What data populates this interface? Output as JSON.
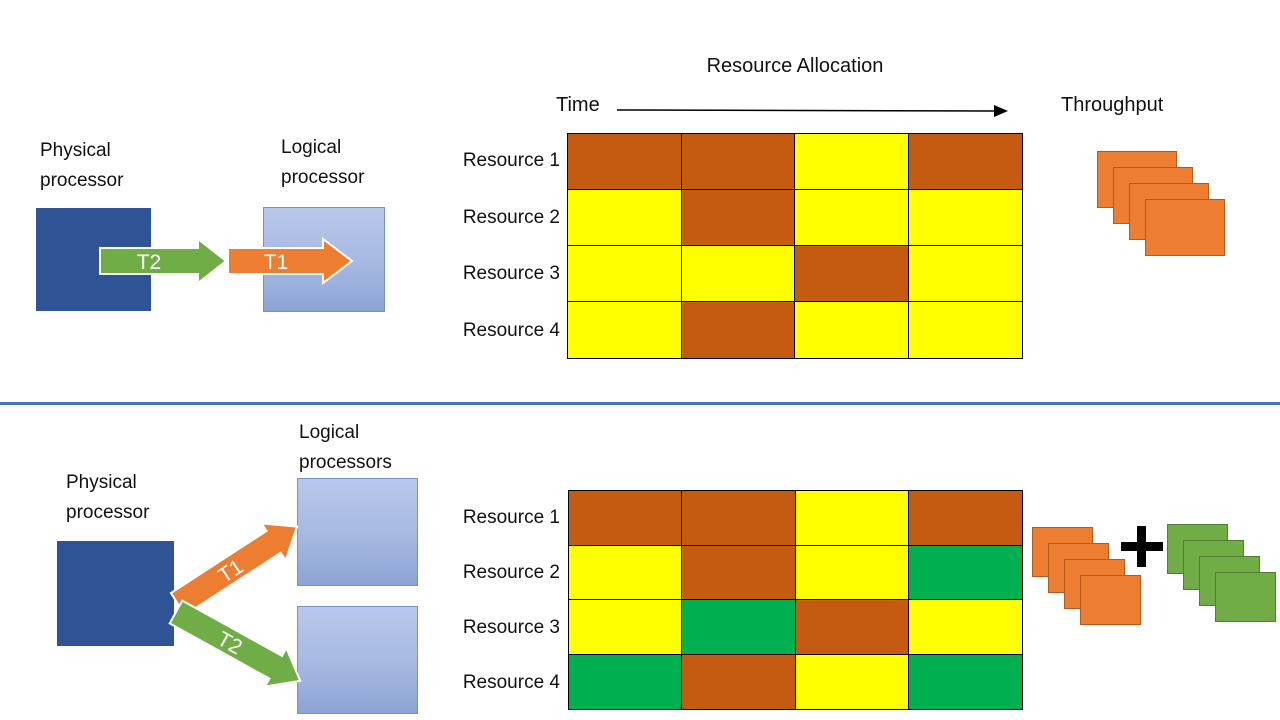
{
  "cell_colors": {
    "T1": "#C55A11",
    "idle": "#FFFF00",
    "T2": "#00B050"
  },
  "style_colors": {
    "physical_processor_blue": "#2F5496",
    "logical_processor_blue_top": "#B9C7EB",
    "logical_processor_blue_bottom": "#8CA4D3",
    "divider_blue": "#4472C4",
    "arrow_t1_orange": "#ED7D31",
    "arrow_t2_green": "#70AD47",
    "grid_t1_orange": "#C55A11",
    "grid_idle_yellow": "#FFFF00",
    "grid_t2_green": "#00B050"
  },
  "top": {
    "title": "Resource Allocation",
    "time_label": "Time",
    "throughput_label": "Throughput",
    "physical_processor_label": "Physical processor",
    "logical_processor_label": "Logical processor",
    "thread_arrows": {
      "t2": "T2",
      "t1": "T1"
    },
    "grid": {
      "row_labels": [
        "Resource 1",
        "Resource 2",
        "Resource 3",
        "Resource 4"
      ],
      "cells": [
        [
          "T1",
          "T1",
          "idle",
          "T1"
        ],
        [
          "idle",
          "T1",
          "idle",
          "idle"
        ],
        [
          "idle",
          "idle",
          "T1",
          "idle"
        ],
        [
          "idle",
          "T1",
          "idle",
          "idle"
        ]
      ]
    },
    "throughput_stack": {
      "thread": "T1",
      "count": 4,
      "fill": "#ED7D31",
      "border": "#B15A1D"
    }
  },
  "bottom": {
    "physical_processor_label": "Physical processor",
    "logical_processors_label": "Logical processors",
    "thread_arrows": {
      "t1": "T1",
      "t2": "T2"
    },
    "grid": {
      "row_labels": [
        "Resource 1",
        "Resource 2",
        "Resource 3",
        "Resource 4"
      ],
      "cells": [
        [
          "T1",
          "T1",
          "idle",
          "T1"
        ],
        [
          "idle",
          "T1",
          "idle",
          "T2"
        ],
        [
          "idle",
          "T2",
          "T1",
          "idle"
        ],
        [
          "T2",
          "T1",
          "idle",
          "T2"
        ]
      ]
    },
    "plus_icon": "plus",
    "throughput_stacks": [
      {
        "thread": "T1",
        "count": 4,
        "fill": "#ED7D31",
        "border": "#B15A1D"
      },
      {
        "thread": "T2",
        "count": 4,
        "fill": "#70AD47",
        "border": "#507E32"
      }
    ]
  }
}
